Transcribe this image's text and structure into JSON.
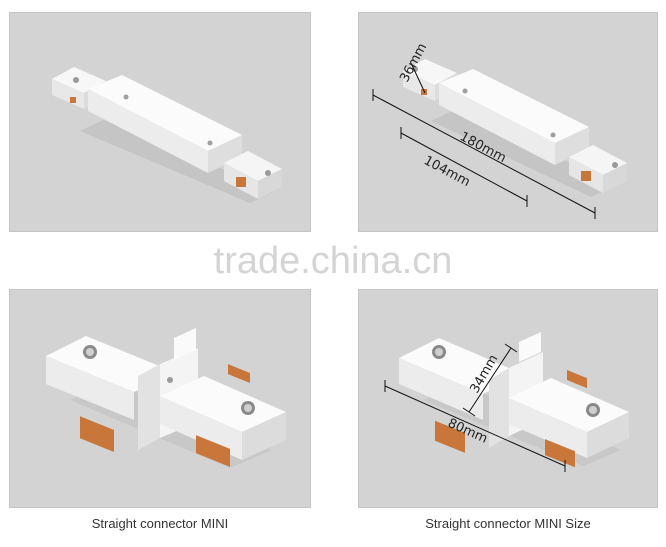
{
  "watermark": "trade.china.cn",
  "captions": {
    "left": "Straight connector MINI",
    "right": "Straight connector MINI Size"
  },
  "dimensions": {
    "top_width": "36mm",
    "top_total": "180mm",
    "top_body": "104mm",
    "bottom_height": "34mm",
    "bottom_length": "80mm"
  },
  "colors": {
    "panel_bg": "#d3d3d3",
    "product": "#ffffff",
    "copper": "#c8763a",
    "watermark": "#d4d4d4"
  }
}
